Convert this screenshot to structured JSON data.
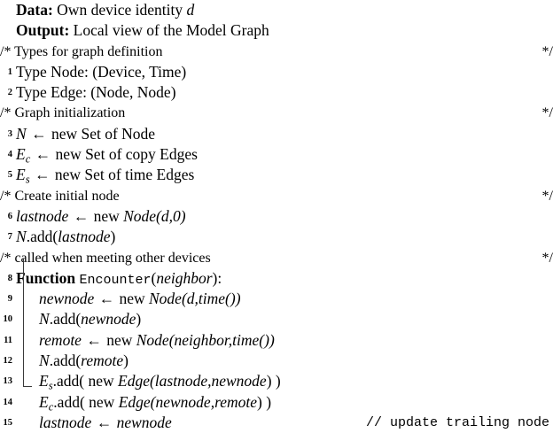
{
  "algorithm": {
    "header": [
      {
        "label": "Data:",
        "text": "Own device identity",
        "var": "d"
      },
      {
        "label": "Output:",
        "text": "Local view of the Model Graph",
        "var": ""
      }
    ],
    "comment_open": "/*",
    "comment_close": "*/",
    "comments": {
      "types": "Types for graph definition",
      "init": "Graph initialization",
      "create": "Create initial node",
      "called": "called when meeting other devices"
    },
    "trailing_comment": "// update trailing node",
    "lines": {
      "n1": "1",
      "n2": "2",
      "n3": "3",
      "n4": "4",
      "n5": "5",
      "n6": "6",
      "n7": "7",
      "n8": "8",
      "n9": "9",
      "n10": "10",
      "n11": "11",
      "n12": "12",
      "n13": "13",
      "n14": "14",
      "n15": "15"
    },
    "statements": {
      "s1": "Type Node: (Device, Time)",
      "s2": "Type Edge: (Node, Node)",
      "s3_lhs": "N",
      "s3_rhs": "new Set of Node",
      "s4_lhs": "E",
      "s4_sub": "c",
      "s4_rhs": "new Set of copy Edges",
      "s5_lhs": "E",
      "s5_sub": "s",
      "s5_rhs": "new Set of time Edges",
      "s6_lhs": "lastnode",
      "s6_new": "new",
      "s6_call": "Node",
      "s6_args": "(d,0)",
      "s6_arg_d": "d",
      "s7_obj": "N",
      "s7_method": ".add(",
      "s7_arg": "lastnode",
      "s7_close": ")",
      "s8_kw": "Function",
      "s8_name": "Encounter",
      "s8_arg": "neighbor",
      "s8_open": "(",
      "s8_close": "):",
      "s9_lhs": "newnode",
      "s9_new": "new",
      "s9_call": "Node",
      "s9_open": "(",
      "s9_a1": "d",
      "s9_sep": ",",
      "s9_a2": "time",
      "s9_a2p": "()",
      "s9_close": ")",
      "s10_obj": "N",
      "s10_method": ".add(",
      "s10_arg": "newnode",
      "s10_close": ")",
      "s11_lhs": "remote",
      "s11_new": "new",
      "s11_call": "Node",
      "s11_open": "(",
      "s11_a1": "neighbor",
      "s11_sep": ",",
      "s11_a2": "time",
      "s11_a2p": "()",
      "s11_close": ")",
      "s12_obj": "N",
      "s12_method": ".add(",
      "s12_arg": "remote",
      "s12_close": ")",
      "s13_lhs": "E",
      "s13_sub": "s",
      "s13_method": ".add( new ",
      "s13_call": "Edge",
      "s13_open": "(",
      "s13_a1": "lastnode",
      "s13_sep": ",",
      "s13_a2": "newnode",
      "s13_close": ") )",
      "s14_lhs": "E",
      "s14_sub": "c",
      "s14_method": ".add( new ",
      "s14_call": "Edge",
      "s14_open": "(",
      "s14_a1": "newnode",
      "s14_sep": ",",
      "s14_a2": "remote",
      "s14_close": ") )",
      "s15_lhs": "lastnode",
      "s15_rhs": "newnode"
    },
    "symbols": {
      "assign": "←"
    }
  }
}
